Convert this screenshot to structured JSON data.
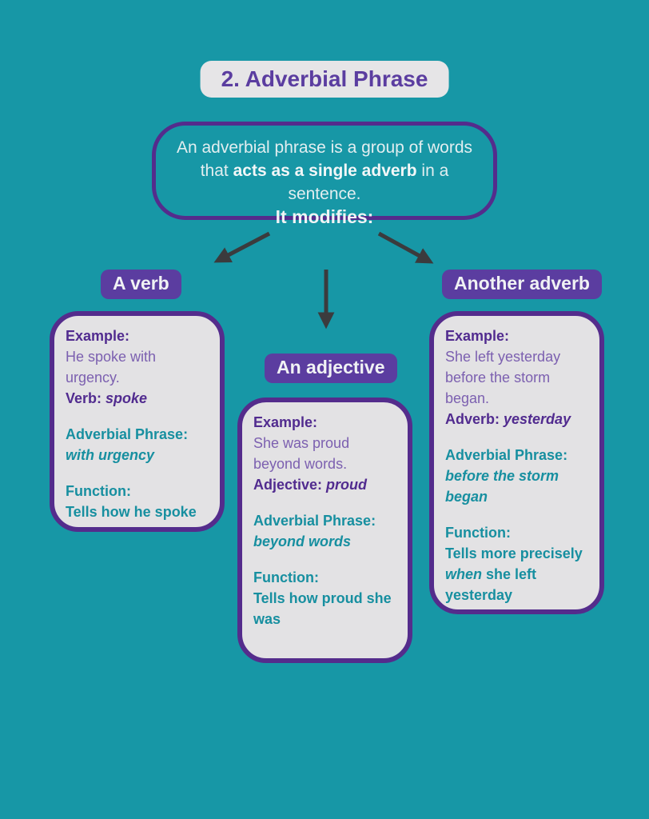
{
  "page": {
    "title": "2. Adverbial Phrase",
    "definition": {
      "line1": "An adverbial phrase is a group of words",
      "line2_pre": "that ",
      "line2_bold": "acts as a single adverb",
      "line2_post": " in a sentence."
    },
    "modifies_label": "It modifies:"
  },
  "colors": {
    "background": "#1797a6",
    "badge_purple": "#5b3da0",
    "border_purple": "#542c8c",
    "card_background": "#e3e2e4",
    "title_box_background": "#e6e5e7",
    "purple_text": "#512b8f",
    "purple_body_text": "#7c60b0",
    "teal_text": "#178fa0",
    "arrow": "#3b3b3d",
    "white_text": "#f0f4f5"
  },
  "icons": {
    "arrow_left": "down-left-arrow",
    "arrow_middle": "down-arrow",
    "arrow_right": "down-right-arrow"
  },
  "branches": [
    {
      "badge": "A verb",
      "example_label": "Example:",
      "example_text": "He spoke with urgency.",
      "word_label": "Verb: ",
      "word_value": "spoke",
      "phrase_label": "Adverbial Phrase:",
      "phrase_value": "with urgency",
      "function_label": "Function:",
      "function_pre": "Tells how he spoke",
      "function_italic": "",
      "function_post": ""
    },
    {
      "badge": "An adjective",
      "example_label": "Example:",
      "example_text": "She was proud beyond words.",
      "word_label": "Adjective: ",
      "word_value": "proud",
      "phrase_label": "Adverbial Phrase:",
      "phrase_value": "beyond words",
      "function_label": "Function:",
      "function_pre": "Tells how proud she was",
      "function_italic": "",
      "function_post": ""
    },
    {
      "badge": "Another adverb",
      "example_label": "Example:",
      "example_text": "She left yesterday before the storm began.",
      "word_label": "Adverb: ",
      "word_value": "yesterday",
      "phrase_label": "Adverbial Phrase:",
      "phrase_value": "before the storm began",
      "function_label": "Function:",
      "function_pre": "Tells more precisely ",
      "function_italic": "when",
      "function_post": " she left yesterday"
    }
  ]
}
